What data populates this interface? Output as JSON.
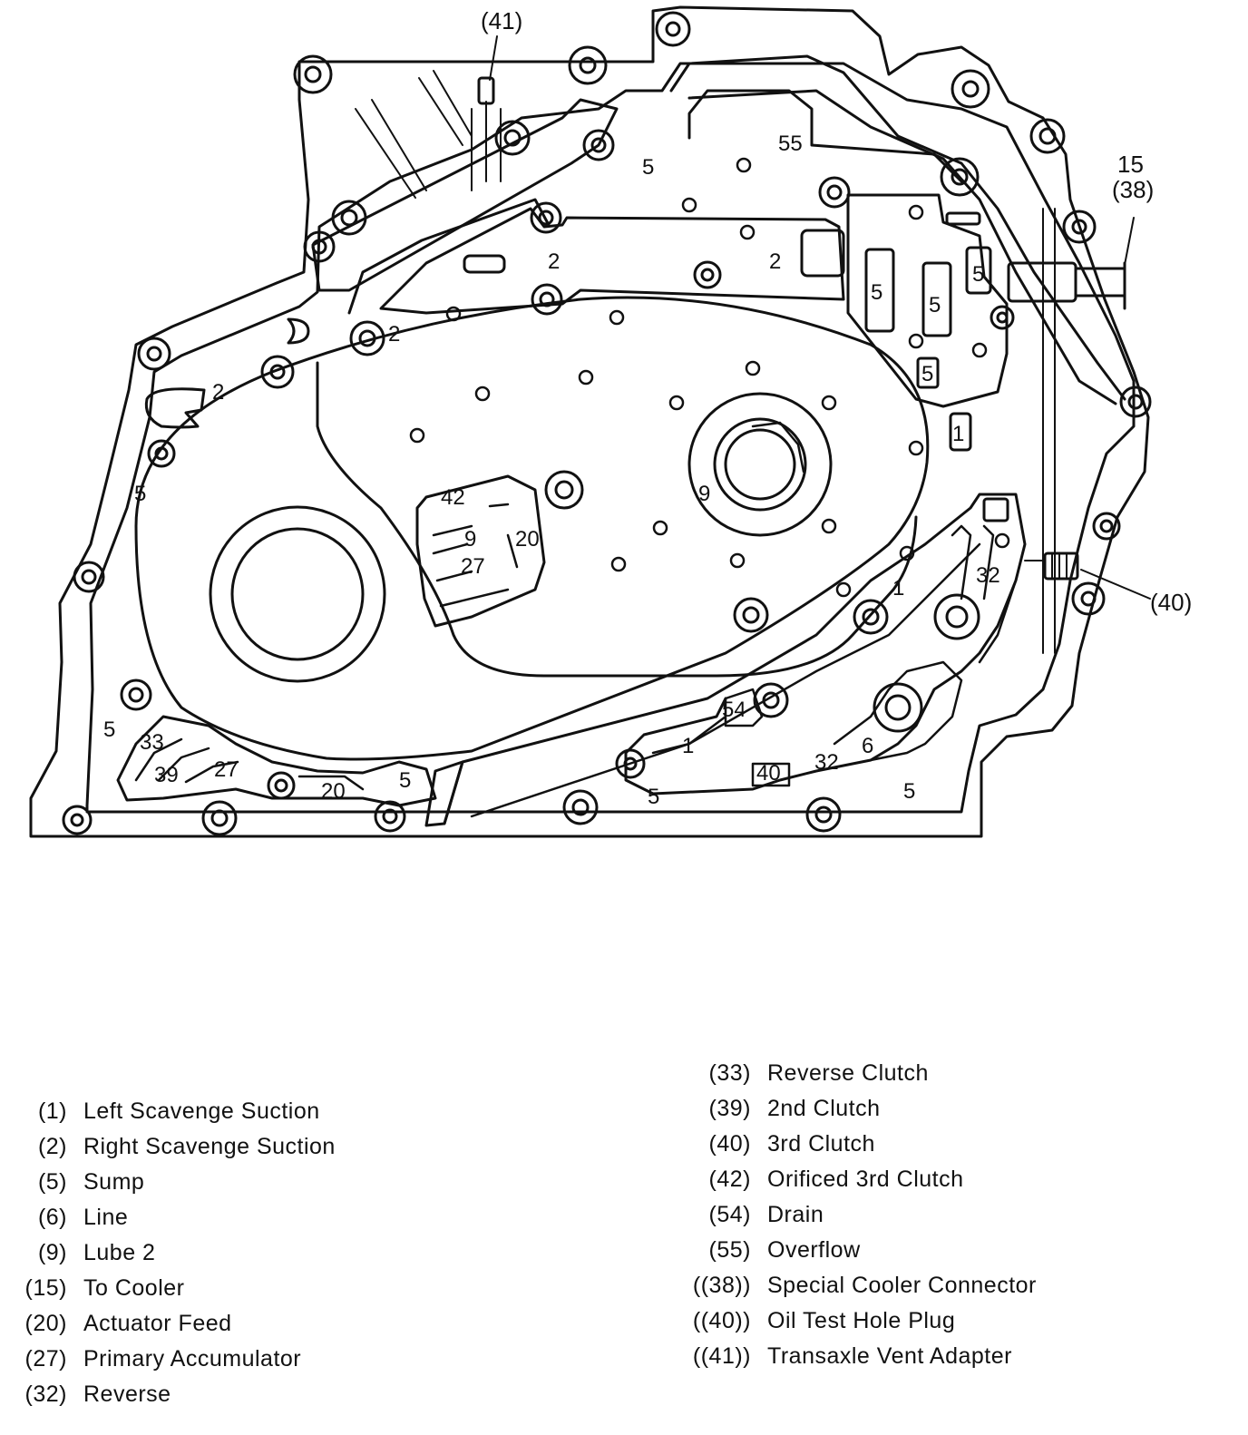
{
  "callouts": [
    {
      "id": "c41",
      "text": "(41)"
    },
    {
      "id": "c40",
      "text": "(40)"
    },
    {
      "id": "c15",
      "text": "15"
    },
    {
      "id": "c38",
      "text": "(38)"
    }
  ],
  "passage_labels": [
    {
      "id": "p55",
      "text": "55"
    },
    {
      "id": "p5a",
      "text": "5"
    },
    {
      "id": "p2a",
      "text": "2"
    },
    {
      "id": "p2b",
      "text": "2"
    },
    {
      "id": "p2c",
      "text": "2"
    },
    {
      "id": "p2d",
      "text": "2"
    },
    {
      "id": "p5b",
      "text": "5"
    },
    {
      "id": "p5c",
      "text": "5"
    },
    {
      "id": "p5d",
      "text": "5"
    },
    {
      "id": "p5e",
      "text": "5"
    },
    {
      "id": "p5f",
      "text": "5"
    },
    {
      "id": "p1a",
      "text": "1"
    },
    {
      "id": "p9a",
      "text": "9"
    },
    {
      "id": "p42",
      "text": "42"
    },
    {
      "id": "p9b",
      "text": "9"
    },
    {
      "id": "p20a",
      "text": "20"
    },
    {
      "id": "p27a",
      "text": "27"
    },
    {
      "id": "p1b",
      "text": "1"
    },
    {
      "id": "p32a",
      "text": "32"
    },
    {
      "id": "p54",
      "text": "54"
    },
    {
      "id": "p1c",
      "text": "1"
    },
    {
      "id": "p6",
      "text": "6"
    },
    {
      "id": "p32b",
      "text": "32"
    },
    {
      "id": "p40",
      "text": "40"
    },
    {
      "id": "p5g",
      "text": "5"
    },
    {
      "id": "p5h",
      "text": "5"
    },
    {
      "id": "p5i",
      "text": "5"
    },
    {
      "id": "p33",
      "text": "33"
    },
    {
      "id": "p39",
      "text": "39"
    },
    {
      "id": "p27b",
      "text": "27"
    },
    {
      "id": "p20b",
      "text": "20"
    },
    {
      "id": "p5j",
      "text": "5"
    }
  ],
  "legend": {
    "left": [
      {
        "code": "(1)",
        "label": "Left Scavenge Suction"
      },
      {
        "code": "(2)",
        "label": "Right Scavenge Suction"
      },
      {
        "code": "(5)",
        "label": "Sump"
      },
      {
        "code": "(6)",
        "label": "Line"
      },
      {
        "code": "(9)",
        "label": "Lube 2"
      },
      {
        "code": "(15)",
        "label": "To Cooler"
      },
      {
        "code": "(20)",
        "label": "Actuator Feed"
      },
      {
        "code": "(27)",
        "label": "Primary Accumulator"
      },
      {
        "code": "(32)",
        "label": "Reverse"
      }
    ],
    "right": [
      {
        "code": "(33)",
        "label": "Reverse Clutch"
      },
      {
        "code": "(39)",
        "label": "2nd Clutch"
      },
      {
        "code": "(40)",
        "label": "3rd Clutch"
      },
      {
        "code": "(42)",
        "label": "Orificed 3rd Clutch"
      },
      {
        "code": "(54)",
        "label": "Drain"
      },
      {
        "code": "(55)",
        "label": "Overflow"
      },
      {
        "code": "((38))",
        "label": "Special Cooler Connector"
      },
      {
        "code": "((40))",
        "label": "Oil Test Hole Plug"
      },
      {
        "code": "((41))",
        "label": "Transaxle Vent Adapter"
      }
    ]
  }
}
